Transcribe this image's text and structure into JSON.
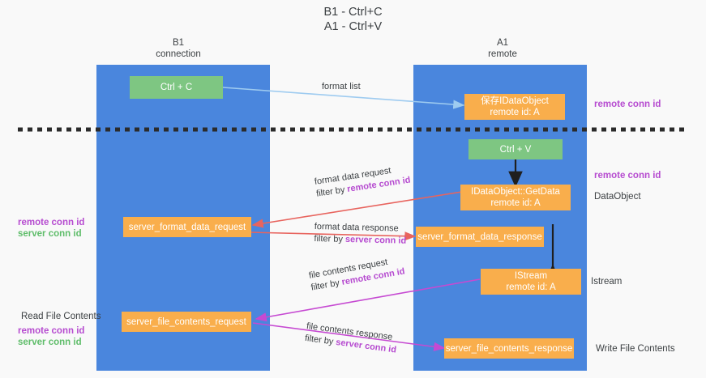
{
  "title": {
    "line1": "B1 - Ctrl+C",
    "line2": "A1 - Ctrl+V"
  },
  "columns": [
    {
      "name": "B1",
      "sub": "connection"
    },
    {
      "name": "A1",
      "sub": "remote"
    }
  ],
  "boxes": {
    "ctrl_c": "Ctrl + C",
    "ctrl_v": "Ctrl + V",
    "save_idataobject_l1": "保存IDataObject",
    "save_idataobject_l2": "remote id: A",
    "getdata_l1": "IDataObject::GetData",
    "getdata_l2": "remote id: A",
    "istream_l1": "IStream",
    "istream_l2": "remote id: A",
    "server_format_data_request": "server_format_data_request",
    "server_format_data_response": "server_format_data_response",
    "server_file_contents_request": "server_file_contents_request",
    "server_file_contents_response": "server_file_contents_response"
  },
  "right_annotations": [
    {
      "text": "remote conn id",
      "style": "purple"
    },
    {
      "text": "remote conn id",
      "style": "purple"
    },
    {
      "text": "DataObject",
      "style": "dark"
    },
    {
      "text": "Istream",
      "style": "dark"
    },
    {
      "text": "Write File Contents",
      "style": "dark"
    }
  ],
  "left_annotations": {
    "format_group": [
      {
        "text": "remote conn id",
        "style": "purple"
      },
      {
        "text": "server conn id",
        "style": "green"
      }
    ],
    "file_title": "Read File Contents",
    "file_group": [
      {
        "text": "remote conn id",
        "style": "purple"
      },
      {
        "text": "server conn id",
        "style": "green"
      }
    ]
  },
  "edges": [
    {
      "name": "format-list",
      "label": "format list",
      "filter": "",
      "filter_prefix": "",
      "color": "#9ecbf0"
    },
    {
      "name": "format-data-request",
      "label": "format data request",
      "filter_prefix": "filter by ",
      "filter": "remote conn id",
      "color": "#e8645e"
    },
    {
      "name": "format-data-response",
      "label": "format data response",
      "filter_prefix": "filter by ",
      "filter": "server conn id",
      "color": "#e8645e"
    },
    {
      "name": "file-contents-request",
      "label": "file contents request",
      "filter_prefix": "filter by ",
      "filter": "remote conn id",
      "color": "#c64ad2"
    },
    {
      "name": "file-contents-response",
      "label": "file contents response",
      "filter_prefix": "filter by ",
      "filter": "server conn id",
      "color": "#c64ad2"
    }
  ],
  "colors": {
    "lane": "#4a86dd",
    "green_box": "#7ec682",
    "orange_box": "#f9ae4c",
    "background": "#f9f9f9",
    "dashed_line": "#2b2b2b",
    "purple_text": "#b64bd0",
    "green_text": "#5fbd6a",
    "text": "#3c4043"
  }
}
